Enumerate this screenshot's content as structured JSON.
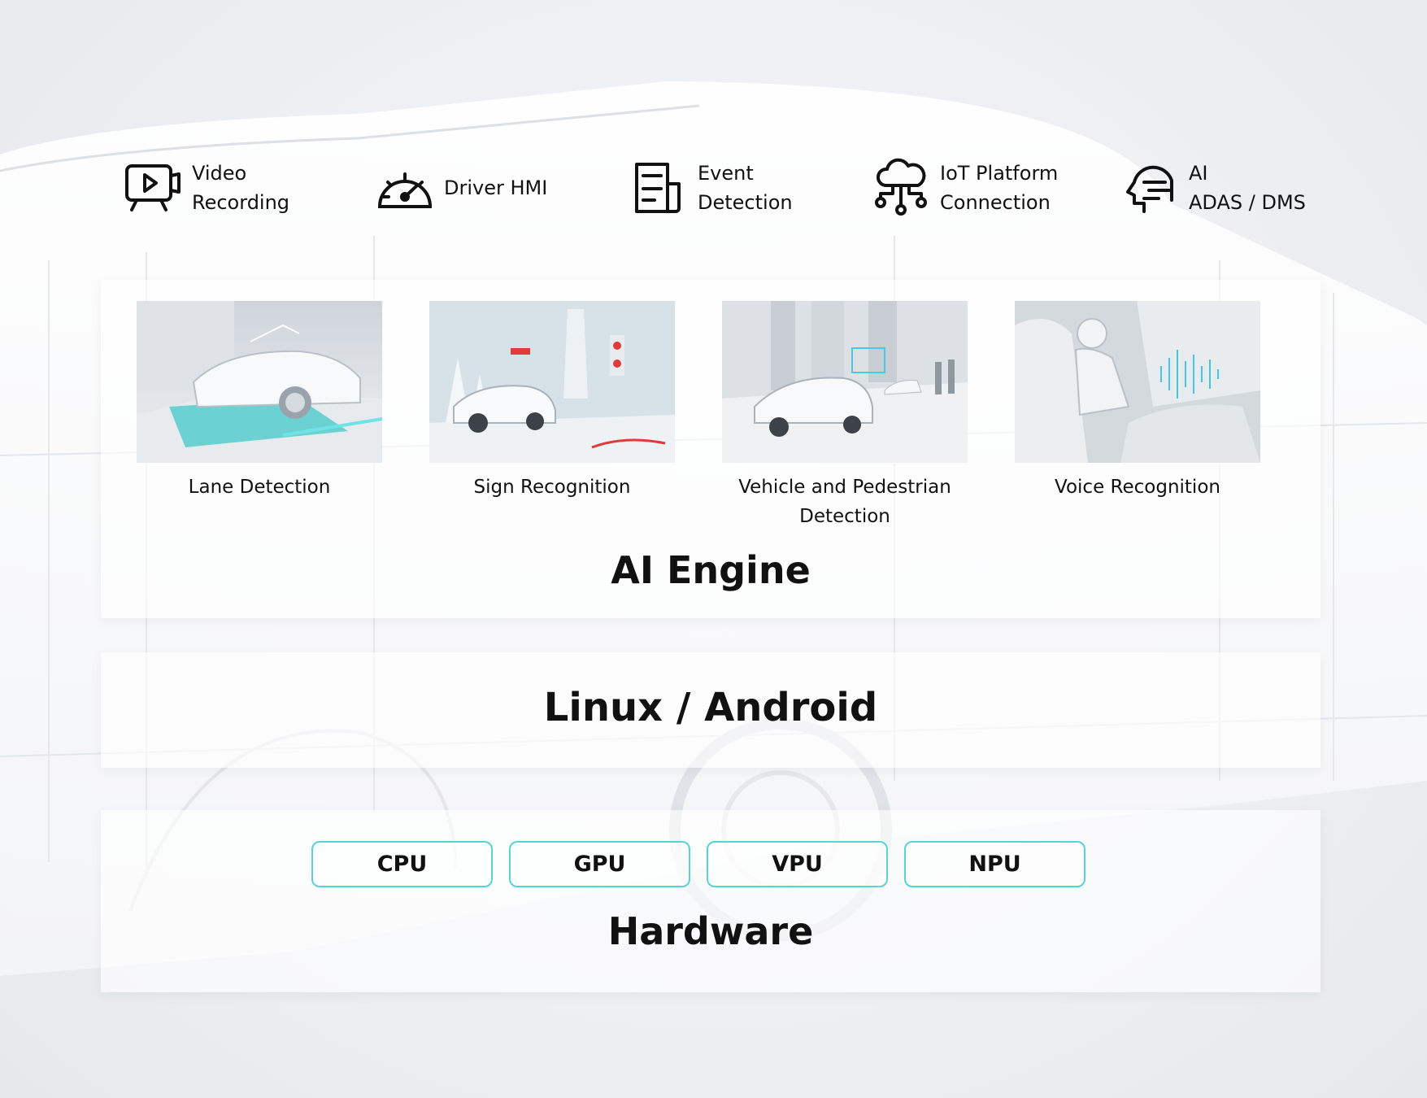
{
  "features": [
    {
      "icon": "video-recording-icon",
      "label_lines": [
        "Video",
        "Recording"
      ]
    },
    {
      "icon": "speedometer-icon",
      "label_lines": [
        "Driver HMI"
      ]
    },
    {
      "icon": "event-document-icon",
      "label_lines": [
        "Event",
        "Detection"
      ]
    },
    {
      "icon": "cloud-network-icon",
      "label_lines": [
        "IoT Platform",
        "Connection"
      ]
    },
    {
      "icon": "ai-head-icon",
      "label_lines": [
        "AI",
        "ADAS / DMS"
      ]
    }
  ],
  "ai_engine": {
    "title": "AI Engine",
    "capabilities": [
      {
        "label": "Lane Detection",
        "image": "lane-detection-image"
      },
      {
        "label": "Sign Recognition",
        "image": "sign-recognition-image"
      },
      {
        "label_lines": [
          "Vehicle and Pedestrian",
          "Detection"
        ],
        "image": "vehicle-pedestrian-image"
      },
      {
        "label": "Voice Recognition",
        "image": "voice-recognition-image"
      }
    ]
  },
  "os_layer": {
    "title": "Linux / Android"
  },
  "hardware": {
    "title": "Hardware",
    "chips": [
      "CPU",
      "GPU",
      "VPU",
      "NPU"
    ]
  },
  "colors": {
    "accent_cyan": "#59d3d6",
    "text": "#111111",
    "panel_bg": "rgba(255,255,255,0.62)"
  }
}
